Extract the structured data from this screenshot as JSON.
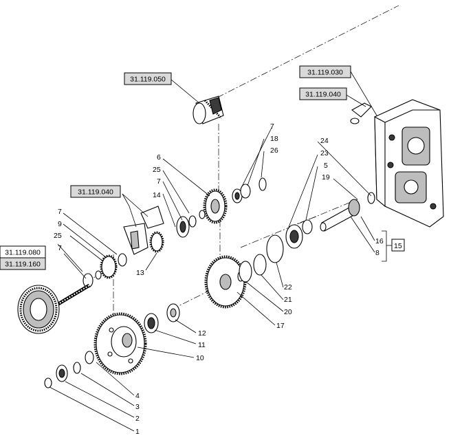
{
  "references": [
    {
      "id": "ref-31119050",
      "text": "31.119.050"
    },
    {
      "id": "ref-31119030",
      "text": "31.119.030"
    },
    {
      "id": "ref-31119040-right",
      "text": "31.119.040"
    },
    {
      "id": "ref-31119040-left",
      "text": "31.119.040"
    },
    {
      "id": "ref-31119080",
      "text": "31.119.080"
    },
    {
      "id": "ref-31119160",
      "text": "31.119.160"
    }
  ],
  "callouts": {
    "c1": "1",
    "c2": "2",
    "c3": "3",
    "c4": "4",
    "c5": "5",
    "c6": "6",
    "c7a": "7",
    "c7b": "7",
    "c7c": "7",
    "c7d": "7",
    "c8": "8",
    "c9": "9",
    "c10": "10",
    "c11": "11",
    "c12": "12",
    "c13": "13",
    "c14": "14",
    "c15": "15",
    "c16": "16",
    "c17": "17",
    "c18": "18",
    "c19": "19",
    "c20": "20",
    "c21": "21",
    "c22": "22",
    "c23": "23",
    "c24": "24",
    "c25a": "25",
    "c25b": "25",
    "c26": "26"
  }
}
